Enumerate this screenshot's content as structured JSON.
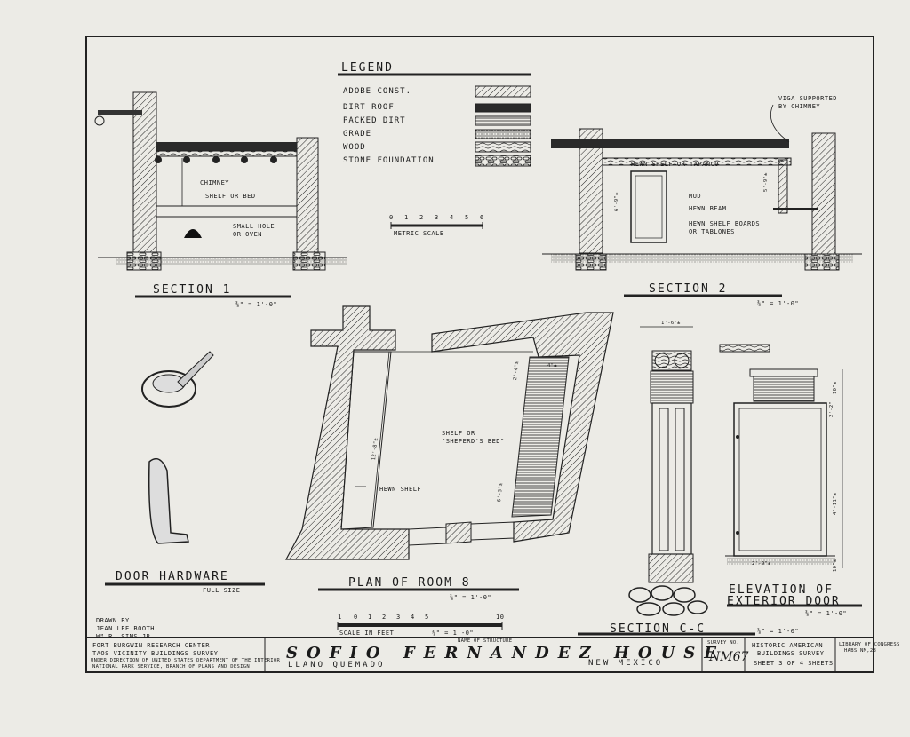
{
  "legend": {
    "title": "LEGEND",
    "items": [
      {
        "label": "ADOBE CONST.",
        "pattern": "hatch"
      },
      {
        "label": "DIRT ROOF",
        "pattern": "dark"
      },
      {
        "label": "PACKED DIRT",
        "pattern": "lines"
      },
      {
        "label": "GRADE",
        "pattern": "grade"
      },
      {
        "label": "WOOD",
        "pattern": "wood"
      },
      {
        "label": "STONE FOUNDATION",
        "pattern": "stone"
      }
    ]
  },
  "metric_scale": {
    "ticks": [
      "0",
      "1",
      "2",
      "3",
      "4",
      "5",
      "6"
    ],
    "label": "METRIC SCALE"
  },
  "section1": {
    "title": "SECTION 1",
    "scale": "⅜\" = 1'-0\"",
    "notes": {
      "chimney": "CHIMNEY",
      "shelf": "SHELF OR BED",
      "hole": "SMALL HOLE",
      "hole2": "OR OVEN"
    }
  },
  "section2": {
    "title": "SECTION 2",
    "scale": "⅜\" = 1'-0\"",
    "notes": {
      "viga": "VIGA SUPPORTED",
      "viga2": "BY CHIMNEY",
      "shelf": "HEWN SHELF OR TAPANCO",
      "mud": "MUD",
      "beam": "HEWN BEAM",
      "boards": "HEWN SHELF BOARDS",
      "boards2": "OR TABLONES",
      "dim1": "6'-9\"±",
      "dim2": "5'-9\"±"
    }
  },
  "plan": {
    "title": "PLAN OF ROOM 8",
    "scale": "⅜\" = 1'-0\"",
    "notes": {
      "shelf_bed": "SHELF OR",
      "shelf_bed2": "\"SHEPERD'S BED\"",
      "hewn_shelf": "HEWN SHELF",
      "dim_length": "12'-8\"±",
      "dim_a": "2'-4\"±",
      "dim_b": "6'-5\"±",
      "dim_c": "4\"±"
    }
  },
  "hardware": {
    "title": "DOOR HARDWARE",
    "scale": "FULL SIZE"
  },
  "elevation": {
    "title": "ELEVATION OF",
    "title2": "EXTERIOR DOOR",
    "scale": "⅜\" = 1'-0\"",
    "dims": {
      "top": "1'-6\"±",
      "h1": "10\"±",
      "h2": "2'-2\"",
      "h3": "4'-11\"±",
      "h4": "10\"±",
      "w": "2'-9\"±"
    }
  },
  "section_cc": {
    "title": "SECTION C-C",
    "scale": "⅜\" = 1'-0\""
  },
  "scale_feet": {
    "ticks": [
      "1",
      "0",
      "1",
      "2",
      "3",
      "4",
      "5",
      "10"
    ],
    "label": "SCALE IN FEET",
    "scale": "⅜\" = 1'-0\""
  },
  "drawn_by": {
    "label": "DRAWN BY",
    "name1": "JEAN LEE BOOTH",
    "name2": "Wᴹ R. SIMS JR."
  },
  "title_block": {
    "org1": "FORT BURGWIN RESEARCH CENTER",
    "org2": "TAOS VICINITY BUILDINGS SURVEY",
    "org3": "UNDER DIRECTION OF UNITED STATES DEPARTMENT OF THE INTERIOR",
    "org4": "NATIONAL PARK SERVICE, BRANCH OF PLANS AND DESIGN",
    "name_label": "NAME OF STRUCTURE",
    "structure": "SOFIO FERNANDEZ HOUSE",
    "location_town": "LLANO QUEMADO",
    "location_state": "NEW MEXICO",
    "survey_label": "SURVEY NO.",
    "survey_no": "NM67",
    "habs1": "HISTORIC AMERICAN",
    "habs2": "BUILDINGS SURVEY",
    "sheet": "SHEET 3 OF 4 SHEETS",
    "lib1": "LIBRARY OF CONGRESS",
    "lib2": "HABS NM,28"
  }
}
